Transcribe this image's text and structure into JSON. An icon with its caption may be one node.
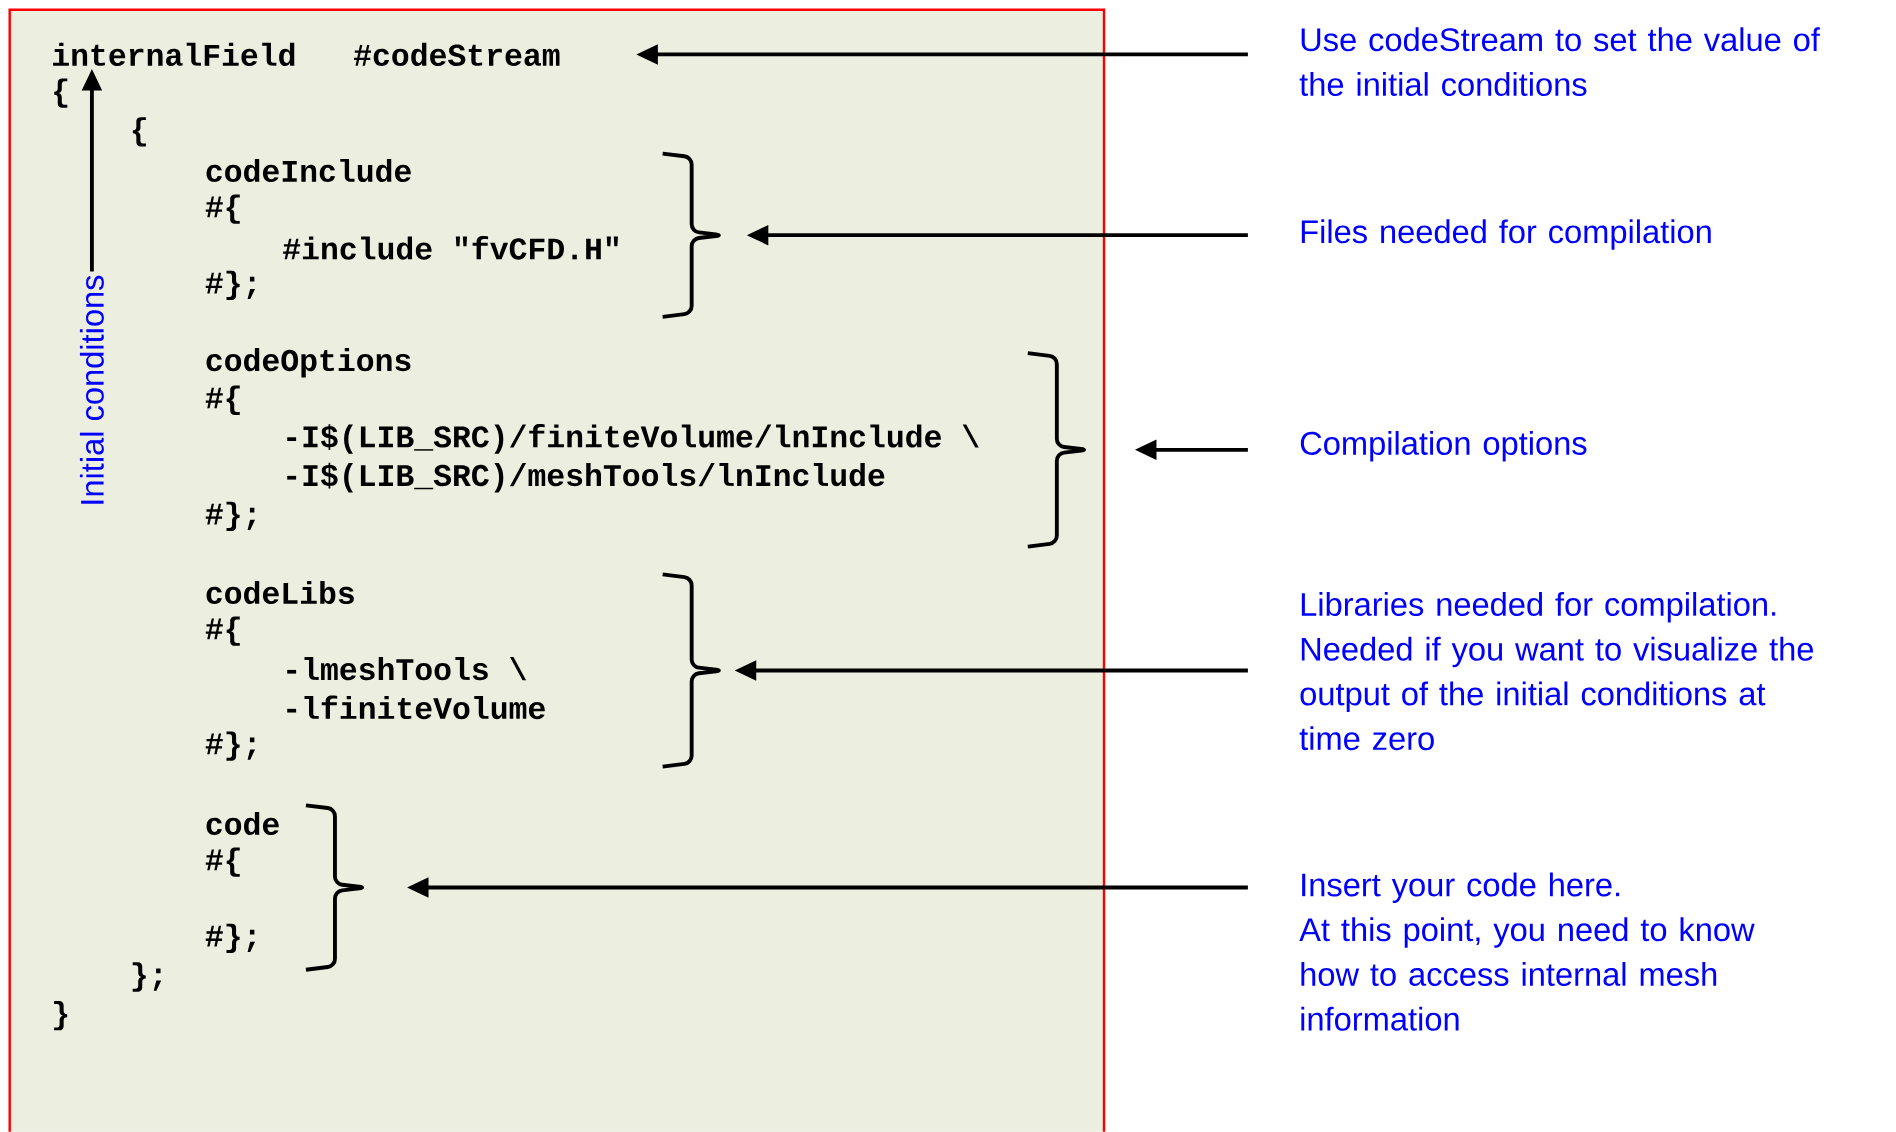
{
  "diagram": {
    "nodes": [
      {
        "text": [
          "{",
          "{",
          "codeInclude",
          "#{",
          "#include \"fvCFD.H\"",
          "#};",
          "codeOptions",
          "#{",
          "-I$(LIB_SRC)/finiteVolume/lnInclude \\",
          "-I$(LIB_SRC)/meshTools/lnInclude",
          "#};",
          "codeLibs",
          "#{",
          "-lmeshTools \\",
          "-lfiniteVolume",
          "#};",
          "code",
          "#{",
          "#};",
          "};",
          "}"
        ]
      },
      {
        "text": [
          "internalField",
          "#codeStream"
        ],
        "in": 0
      },
      {
        "text": [
          "Initial conditions"
        ],
        "in": 0
      },
      {
        "text": [],
        "shape": "brace",
        "in": 0
      },
      {
        "text": [],
        "shape": "brace",
        "in": 0
      },
      {
        "text": [],
        "shape": "brace",
        "in": 0
      },
      {
        "text": [],
        "shape": "brace",
        "in": 0
      },
      {
        "text": [
          "Use codeStream to set the value of the initial conditions"
        ]
      },
      {
        "text": [
          "Files needed for compilation"
        ]
      },
      {
        "text": [
          "Compilation options"
        ]
      },
      {
        "text": [
          "Libraries needed for compilation.",
          "Needed if you want to visualize the output of the initial conditions at time zero"
        ]
      },
      {
        "text": [
          "Insert your code here.",
          "At this point, you need to know how to access internal mesh information"
        ]
      }
    ],
    "edges": [
      {
        "from": 7,
        "to": 1,
        "arrow": "to"
      },
      {
        "from": 8,
        "to": 3,
        "arrow": "to"
      },
      {
        "from": 9,
        "to": 4,
        "arrow": "to"
      },
      {
        "from": 10,
        "to": 5,
        "arrow": "to"
      },
      {
        "from": 11,
        "to": 6,
        "arrow": "to"
      },
      {
        "from": 2,
        "to": 1,
        "arrow": "to"
      }
    ]
  }
}
